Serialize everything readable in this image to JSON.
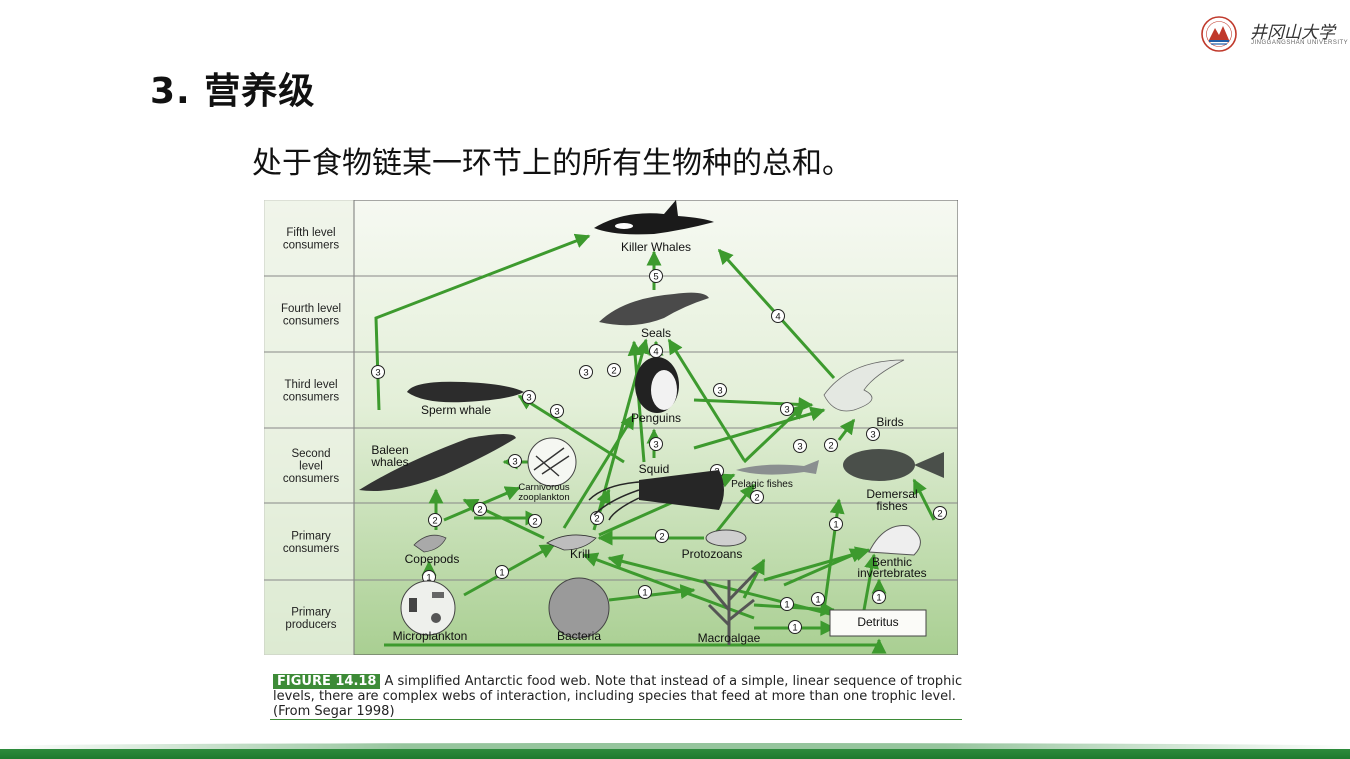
{
  "slide": {
    "title": "3. 营养级",
    "definition": "处于食物链某一环节上的所有生物种的总和。"
  },
  "logo": {
    "name": "井冈山大学",
    "subtitle": "JINGGANGSHAN UNIVERSITY"
  },
  "colors": {
    "arrow": "#3d9a2e",
    "band_light": "#f4f8f0",
    "band_dark": "#b7d7a4",
    "label_column": "#e7f0df",
    "footer": "#2e8b3c"
  },
  "diagram": {
    "levels": [
      "Fifth level consumers",
      "Fourth level consumers",
      "Third level consumers",
      "Second level consumers",
      "Primary consumers",
      "Primary producers"
    ],
    "level_lines": [
      [
        "Fifth level",
        "consumers"
      ],
      [
        "Fourth level",
        "consumers"
      ],
      [
        "Third level",
        "consumers"
      ],
      [
        "Second",
        "level",
        "consumers"
      ],
      [
        "Primary",
        "consumers"
      ],
      [
        "Primary",
        "producers"
      ]
    ],
    "nodes": {
      "killer_whales": "Killer Whales",
      "seals": "Seals",
      "sperm_whale": "Sperm whale",
      "penguins": "Penguins",
      "birds": "Birds",
      "baleen_whales": [
        "Baleen",
        "whales"
      ],
      "carnivorous_zooplankton": [
        "Carnivorous",
        "zooplankton"
      ],
      "squid": "Squid",
      "pelagic_fishes": "Pelagic fishes",
      "demersal_fishes": [
        "Demersal",
        "fishes"
      ],
      "copepods": "Copepods",
      "krill": "Krill",
      "protozoans": "Protozoans",
      "benthic_invertebrates": [
        "Benthic",
        "invertebrates"
      ],
      "microplankton": "Microplankton",
      "bacteria": "Bacteria",
      "macroalgae": "Macroalgae",
      "detritus": "Detritus"
    },
    "link_labels": [
      "1",
      "2",
      "3",
      "4",
      "5"
    ]
  },
  "caption": {
    "figure_label": "FIGURE 14.18",
    "text": "A simplified Antarctic food web. Note that instead of a simple, linear sequence of trophic levels, there are complex webs of interaction, including species that feed at more than one trophic level. (From Segar 1998)"
  }
}
